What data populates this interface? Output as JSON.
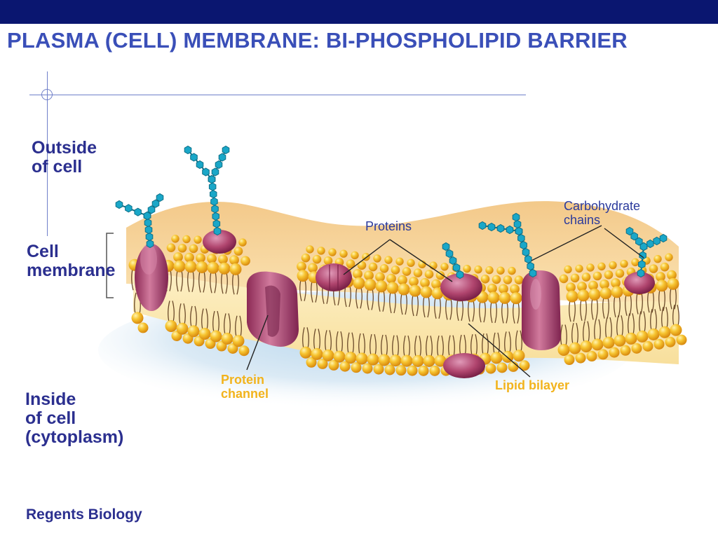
{
  "slide": {
    "title": "PLASMA (CELL) MEMBRANE:  BI-PHOSPHOLIPID BARRIER",
    "footer": "Regents Biology"
  },
  "labels": {
    "outside": [
      "Outside",
      "of cell"
    ],
    "membrane": [
      "Cell",
      "membrane"
    ],
    "inside": [
      "Inside",
      "of cell",
      "(cytoplasm)"
    ]
  },
  "callouts": {
    "proteins": "Proteins",
    "carbohydrate": [
      "Carbohydrate",
      "chains"
    ],
    "protein_channel": [
      "Protein",
      "channel"
    ],
    "lipid_bilayer": "Lipid bilayer"
  },
  "colors": {
    "header_band": "#0a1670",
    "title": "#3a4fb8",
    "label": "#2b2f8f",
    "callout": "#2b3a9c",
    "callout_gold": "#f2b31c",
    "phospholipid_head": "#f5b51e",
    "protein": "#b0456e",
    "carbohydrate": "#1aa7c8"
  }
}
